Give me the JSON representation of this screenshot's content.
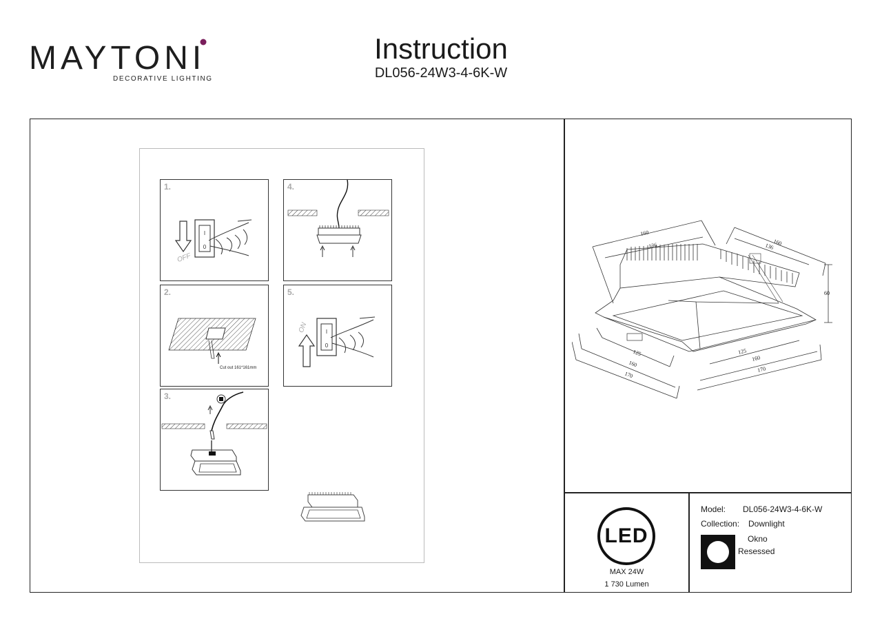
{
  "header": {
    "brand": "MAYTONI",
    "brand_sub": "DECORATIVE LIGHTING",
    "title": "Instruction",
    "model": "DL056-24W3-4-6K-W"
  },
  "steps": [
    {
      "num": "1.",
      "label": "OFF"
    },
    {
      "num": "2.",
      "label": "Cut out 161*161mm"
    },
    {
      "num": "3.",
      "label": ""
    },
    {
      "num": "4.",
      "label": ""
    },
    {
      "num": "5.",
      "label": "ON"
    }
  ],
  "dimensions": {
    "top_left_outer": "160",
    "top_left_inner": "136",
    "top_right_outer": "160",
    "top_right_inner": "136",
    "height": "60",
    "bottom_left_inner": "125",
    "bottom_left_mid": "160",
    "bottom_left_outer": "170",
    "bottom_right_inner": "125",
    "bottom_right_mid": "160",
    "bottom_right_outer": "170"
  },
  "led": {
    "badge": "LED",
    "max_power": "MAX 24W",
    "lumen": "1 730 Lumen"
  },
  "info": {
    "model_label": "Model:",
    "model_value": "DL056-24W3-4-6K-W",
    "collection_label": "Collection:",
    "collection_value": "Downlight",
    "series": "Okno",
    "mount": "Resessed"
  }
}
